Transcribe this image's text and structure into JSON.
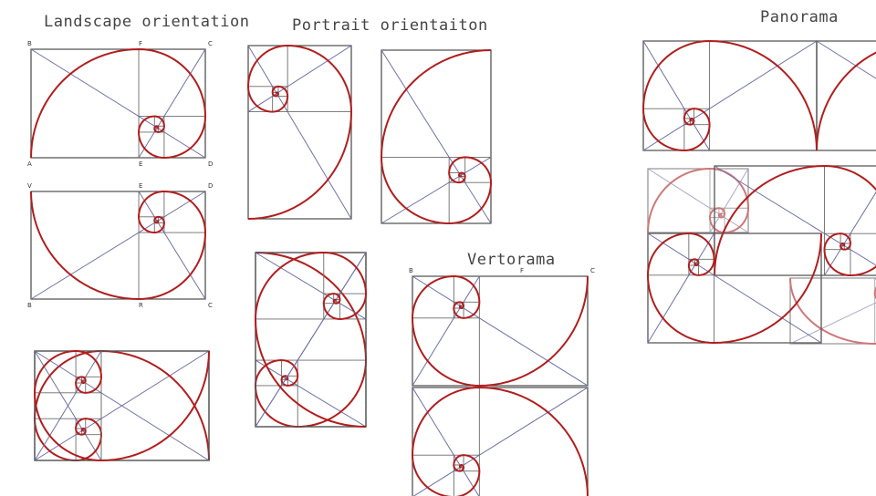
{
  "titles": {
    "landscape": "Landscape orientation",
    "portrait": "Portrait orientaiton",
    "vertorama": "Vertorama",
    "panorama": "Panorama"
  },
  "diagrams": {
    "landscape_1": {
      "labels": [
        "B",
        "F",
        "C",
        "A",
        "E",
        "D"
      ]
    },
    "landscape_2": {
      "labels": [
        "V",
        "E",
        "D",
        "B",
        "R",
        "C"
      ]
    },
    "vertorama": {
      "labels": [
        "B",
        "F",
        "C"
      ]
    }
  },
  "colors": {
    "spiral": "#b01e1e",
    "grid": "#6b6b6b",
    "diagonal": "#6f6fa8"
  }
}
